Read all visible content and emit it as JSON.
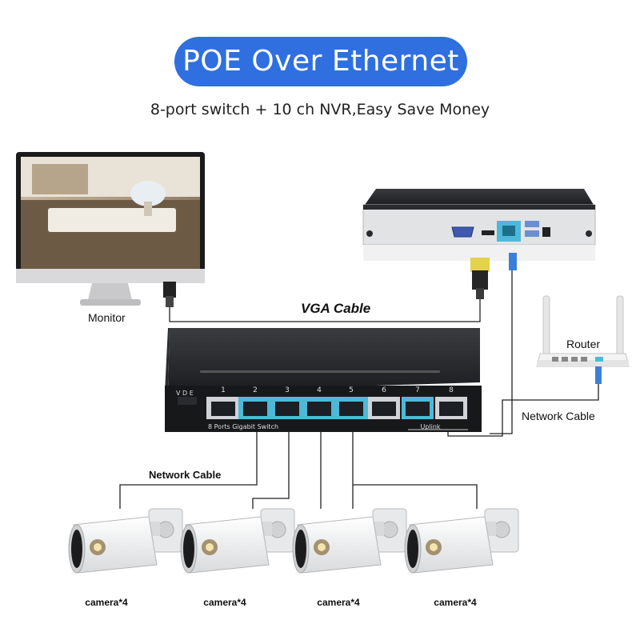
{
  "title": "POE  Over Ethernet",
  "subtitle": "8-port switch + 10 ch  NVR,Easy Save Money",
  "labels": {
    "monitor": "Monitor",
    "vga_cable": "VGA Cable",
    "router": "Router",
    "network_cable_right": "Network Cable",
    "network_cable_left": "Network Cable"
  },
  "switch": {
    "model_text": "8 Ports Gigabit Switch",
    "uplink_text": "Uplink",
    "vde_text": "V D E",
    "ports": [
      "1",
      "2",
      "3",
      "4",
      "5",
      "6",
      "7",
      "8"
    ]
  },
  "cameras": [
    "camera*4",
    "camera*4",
    "camera*4",
    "camera*4"
  ],
  "colors": {
    "title_bg": "#2f6fe0",
    "switch_body": "#1e1f22",
    "active_port": "#4fb8d8",
    "cable": "#222222"
  }
}
